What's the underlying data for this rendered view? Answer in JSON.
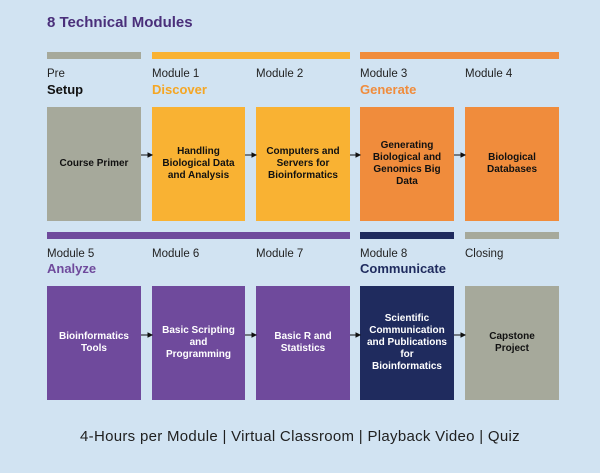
{
  "title": "8 Technical Modules",
  "rows": [
    {
      "bars": [
        {
          "color": "#a6a99b"
        },
        {
          "color": "#f9b233"
        },
        {
          "color": "#f08c3c"
        }
      ],
      "labels": [
        "Pre",
        "Module 1",
        "Module 2",
        "Module 3",
        "Module 4"
      ],
      "phases": [
        {
          "text": "Setup",
          "color": "#111111"
        },
        {
          "text": "Discover",
          "color": "#f5a623"
        },
        {
          "text": "Generate",
          "color": "#f08c3c"
        }
      ],
      "boxes": [
        {
          "text": "Course Primer",
          "bg": "#a6a99b",
          "fg": "#111111"
        },
        {
          "text": "Handling Biological Data and Analysis",
          "bg": "#f9b233",
          "fg": "#111111"
        },
        {
          "text": "Computers and Servers for Bioinformatics",
          "bg": "#f9b233",
          "fg": "#111111"
        },
        {
          "text": "Generating Biological and Genomics Big Data",
          "bg": "#f08c3c",
          "fg": "#111111"
        },
        {
          "text": "Biological Databases",
          "bg": "#f08c3c",
          "fg": "#111111"
        }
      ]
    },
    {
      "bars": [
        {
          "color": "#6f4a9c"
        },
        {
          "color": "#1f2b5e"
        },
        {
          "color": "#a6a99b"
        }
      ],
      "labels": [
        "Module 5",
        "Module 6",
        "Module 7",
        "Module 8",
        "Closing"
      ],
      "phases": [
        {
          "text": "Analyze",
          "color": "#6f4a9c"
        },
        {
          "text": "Communicate",
          "color": "#1f2b5e"
        }
      ],
      "boxes": [
        {
          "text": "Bioinformatics Tools",
          "bg": "#6f4a9c",
          "fg": "#ffffff"
        },
        {
          "text": "Basic Scripting and Programming",
          "bg": "#6f4a9c",
          "fg": "#ffffff"
        },
        {
          "text": "Basic R and Statistics",
          "bg": "#6f4a9c",
          "fg": "#ffffff"
        },
        {
          "text": "Scientific Communication and Publications for Bioinformatics",
          "bg": "#1f2b5e",
          "fg": "#ffffff"
        },
        {
          "text": "Capstone Project",
          "bg": "#a6a99b",
          "fg": "#111111"
        }
      ]
    }
  ],
  "footer": "4-Hours per Module | Virtual Classroom | Playback Video | Quiz"
}
